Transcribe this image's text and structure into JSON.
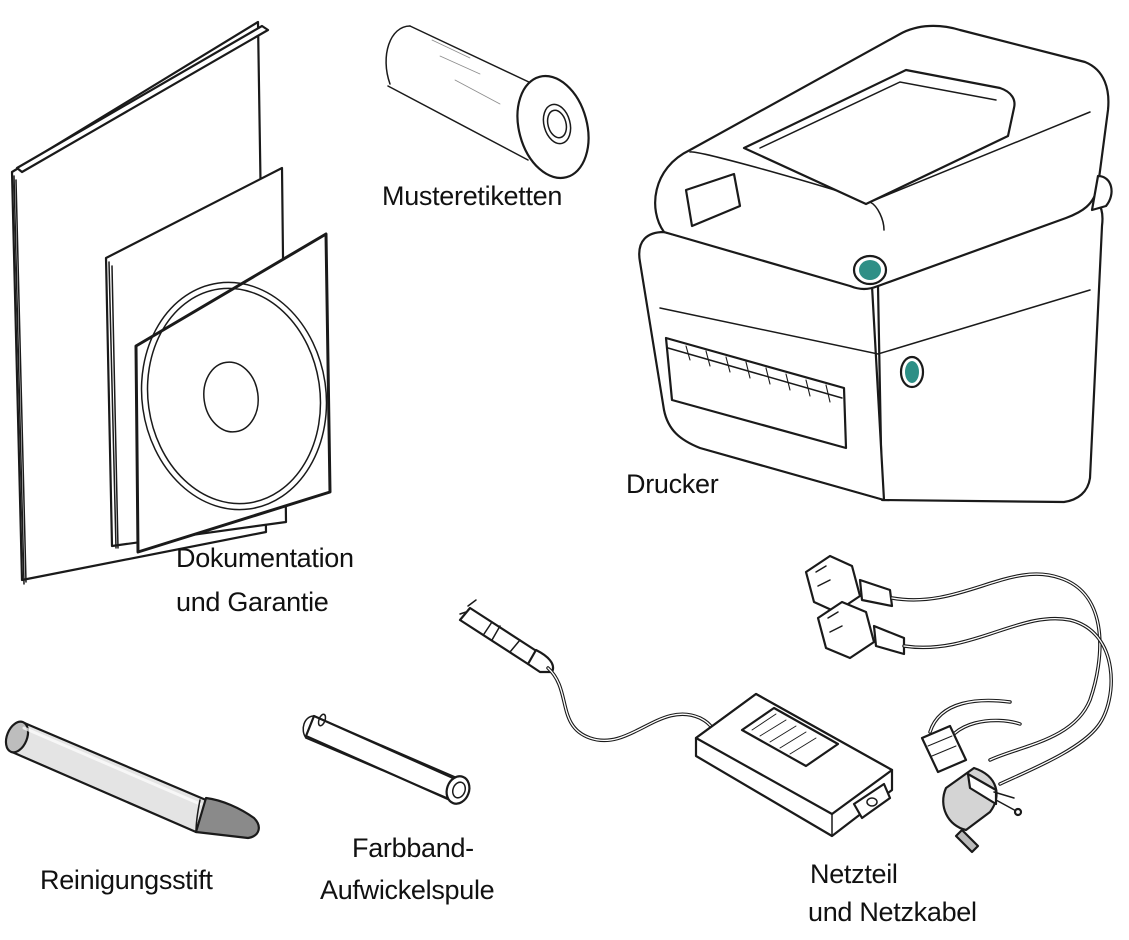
{
  "labels": {
    "musteretiketten": "Musteretiketten",
    "drucker": "Drucker",
    "dokumentation_1": "Dokumentation",
    "dokumentation_2": "und Garantie",
    "reinigungsstift": "Reinigungsstift",
    "farbband_1": "Farbband-",
    "farbband_2": "Aufwickelspule",
    "netzteil_1": "Netzteil",
    "netzteil_2": "und Netzkabel"
  },
  "colors": {
    "line": "#1a1a1a",
    "button_teal": "#2e8f86",
    "pen_tip": "#888888",
    "pen_body": "#d9d9d9"
  }
}
